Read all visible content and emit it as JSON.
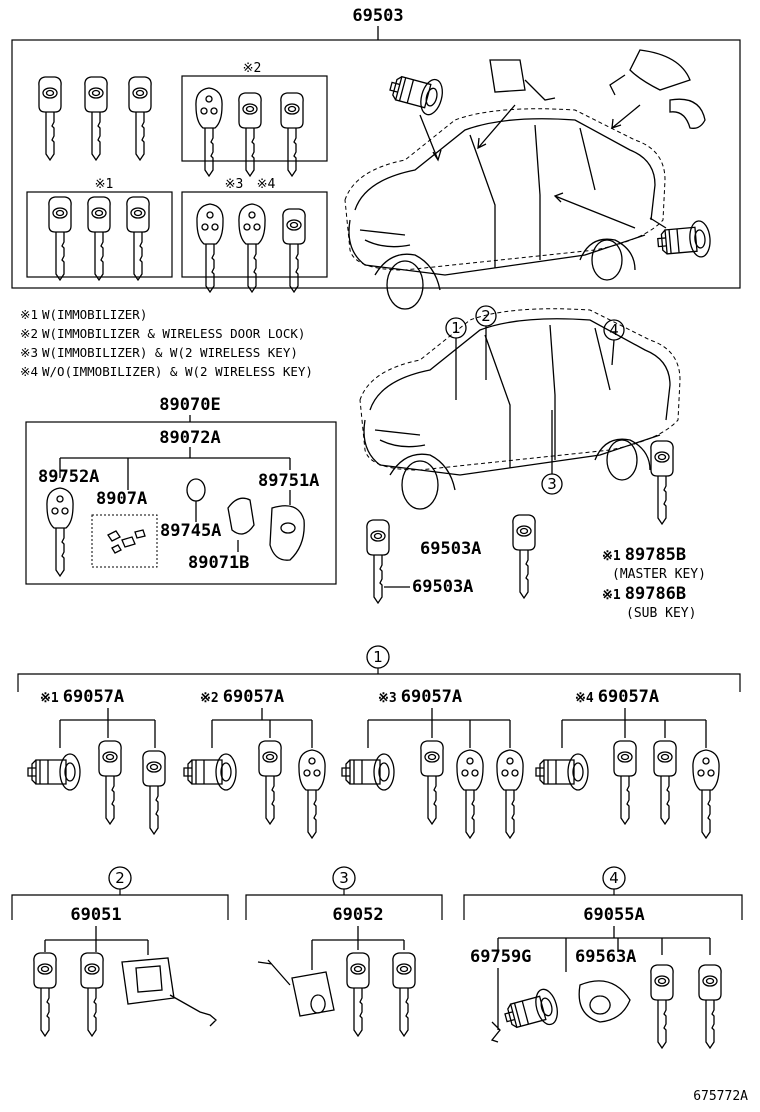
{
  "diagram_number": "675772A",
  "notes": [
    {
      "mark": "※1",
      "text": "W(IMMOBILIZER)"
    },
    {
      "mark": "※2",
      "text": "W(IMMOBILIZER & WIRELESS DOOR LOCK)"
    },
    {
      "mark": "※3",
      "text": "W(IMMOBILIZER) & W(2 WIRELESS KEY)"
    },
    {
      "mark": "※4",
      "text": "W/O(IMMOBILIZER) & W(2 WIRELESS KEY)"
    }
  ],
  "top_set": {
    "part": "69503",
    "group_marks": {
      "g1": "※1",
      "g2": "※2",
      "g3": "※3",
      "g4": "※4"
    }
  },
  "key_set": {
    "outer_part": "89070E",
    "inner_part": "89072A",
    "parts": {
      "p1": "89752A",
      "p2": "8907A",
      "p3": "89745A",
      "p4": "89071B",
      "p5": "89751A"
    }
  },
  "master_keys": {
    "part_a": "69503A",
    "part_b": "69503A",
    "master_mark": "※1",
    "master_part": "89785B",
    "master_caption": "(MASTER KEY)",
    "sub_mark": "※1",
    "sub_part": "89786B",
    "sub_caption": "(SUB KEY)"
  },
  "callouts": {
    "c1": "1",
    "c2": "2",
    "c3": "3",
    "c4": "4"
  },
  "section1": {
    "callout": "1",
    "groups": [
      {
        "mark": "※1",
        "part": "69057A"
      },
      {
        "mark": "※2",
        "part": "69057A"
      },
      {
        "mark": "※3",
        "part": "69057A"
      },
      {
        "mark": "※4",
        "part": "69057A"
      }
    ]
  },
  "section2": {
    "callout": "2",
    "part": "69051"
  },
  "section3": {
    "callout": "3",
    "part": "69052"
  },
  "section4": {
    "callout": "4",
    "part": "69055A",
    "sub_a": "69759G",
    "sub_b": "69563A"
  }
}
